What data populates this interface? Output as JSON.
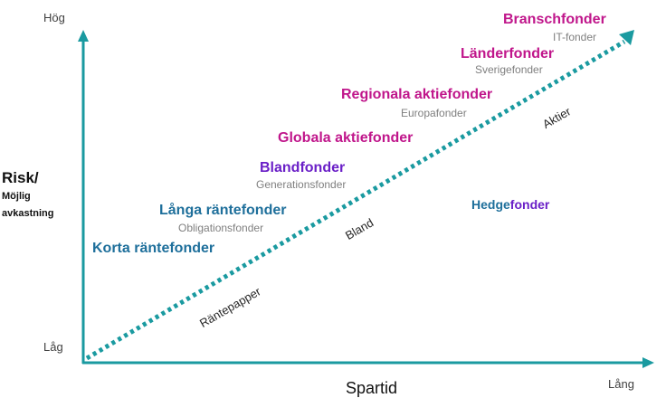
{
  "axes": {
    "y_high": "Hög",
    "y_low": "Låg",
    "y_title_main": "Risk/",
    "y_title_sub_1": "Möjlig",
    "y_title_sub_2": "avkastning",
    "x_title": "Spartid",
    "x_long": "Lång"
  },
  "diagonal_labels": {
    "rantepapper": "Räntepapper",
    "bland": "Bland",
    "aktier": "Aktier"
  },
  "funds": {
    "branschfonder": {
      "name": "Branschfonder",
      "example": "IT-fonder"
    },
    "landerfonder": {
      "name": "Länderfonder",
      "example": "Sverigefonder"
    },
    "regionala": {
      "name": "Regionala aktiefonder",
      "example": "Europafonder"
    },
    "globala": {
      "name": "Globala aktiefonder"
    },
    "blandfonder": {
      "name": "Blandfonder",
      "example": "Generationsfonder"
    },
    "langa": {
      "name": "Långa räntefonder",
      "example": "Obligationsfonder"
    },
    "korta": {
      "name": "Korta räntefonder"
    },
    "hedge": {
      "name_part1": "Hedge",
      "name_part2": "fonder"
    }
  },
  "colors": {
    "axis": "#1a9aa0",
    "diagonal": "#1a9aa0",
    "aktie": "#c0168b",
    "bland": "#6a1fc7",
    "ranta": "#1e6f9b"
  }
}
